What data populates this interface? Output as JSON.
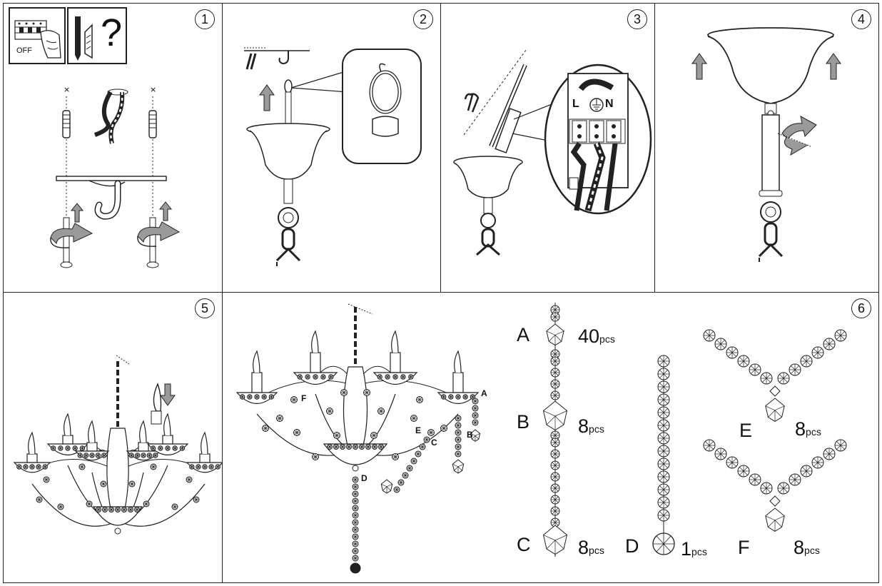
{
  "steps": [
    "1",
    "2",
    "3",
    "4",
    "5",
    "6"
  ],
  "step1": {
    "switch_label": "OFF",
    "question_mark": "?"
  },
  "step3": {
    "live_label": "L",
    "neutral_label": "N"
  },
  "step6": {
    "assembly_labels": {
      "a": "A",
      "b": "B",
      "c": "C",
      "d": "D",
      "e": "E",
      "f": "F"
    },
    "parts": [
      {
        "letter": "A",
        "count": "40",
        "unit": "pcs"
      },
      {
        "letter": "B",
        "count": "8",
        "unit": "pcs"
      },
      {
        "letter": "C",
        "count": "8",
        "unit": "pcs"
      },
      {
        "letter": "D",
        "count": "1",
        "unit": "pcs"
      },
      {
        "letter": "E",
        "count": "8",
        "unit": "pcs"
      },
      {
        "letter": "F",
        "count": "8",
        "unit": "pcs"
      }
    ]
  },
  "colors": {
    "line": "#222222",
    "arrow_fill": "#9a9a9a",
    "page": "#ffffff"
  },
  "icons": [
    "breaker-switch-icon",
    "dowel-screw-question-icon",
    "screw-icon",
    "wire-icon",
    "mounting-bar-icon",
    "hook-icon",
    "up-arrow-icon",
    "rotate-arrow-icon",
    "chain-icon",
    "canopy-icon",
    "terminal-block-icon",
    "ground-symbol-icon",
    "chandelier-icon",
    "crystal-pendant-icon",
    "bead-chain-icon"
  ]
}
